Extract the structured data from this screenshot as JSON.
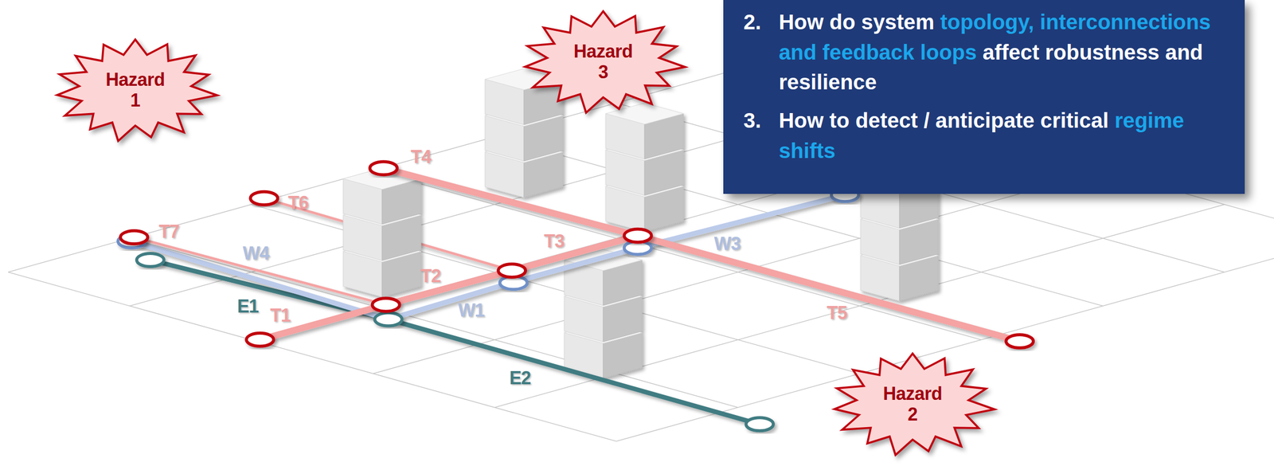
{
  "diagram": {
    "nodes": [
      {
        "text": [
          "Hazard 1"
        ]
      },
      {
        "text": [
          "Hazard 3"
        ]
      },
      {
        "text": [
          "2.",
          "How do system",
          "topology, interconnections and feedback loops",
          "affect robustness and resilience",
          "3.",
          "How to detect / anticipate critical",
          "regime shifts"
        ]
      },
      {
        "text": [
          "Hazard 2"
        ]
      }
    ],
    "labels": [
      "T4",
      "T6",
      "T7",
      "W4",
      "T3",
      "W3",
      "T2",
      "E1",
      "T1",
      "W1",
      "T5",
      "E2"
    ]
  }
}
